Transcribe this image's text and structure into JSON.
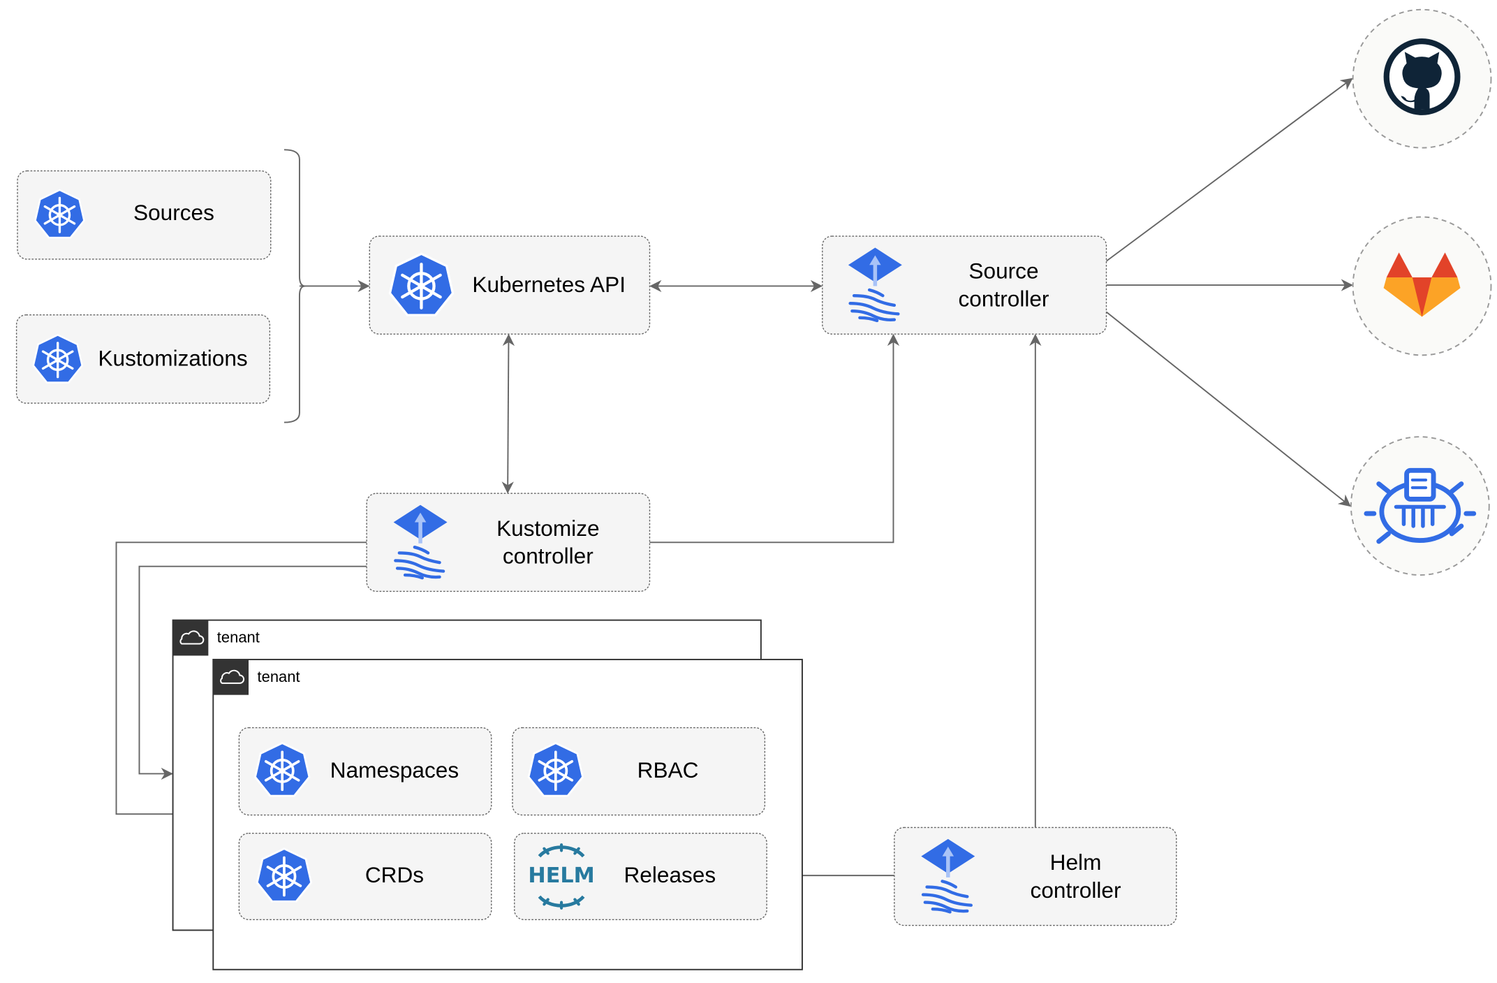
{
  "nodes": {
    "sources": "Sources",
    "kustomizations": "Kustomizations",
    "kubernetes_api": "Kubernetes API",
    "source_controller": [
      "Source",
      "controller"
    ],
    "kustomize_controller": [
      "Kustomize",
      "controller"
    ],
    "helm_controller": [
      "Helm",
      "controller"
    ],
    "namespaces": "Namespaces",
    "rbac": "RBAC",
    "crds": "CRDs",
    "releases": "Releases"
  },
  "tenants": [
    {
      "label": "tenant",
      "icon": "cloud-icon"
    },
    {
      "label": "tenant",
      "icon": "cloud-icon"
    }
  ],
  "repositories": [
    {
      "name": "github",
      "icon": "github-icon"
    },
    {
      "name": "gitlab",
      "icon": "gitlab-icon"
    },
    {
      "name": "bucket",
      "icon": "bucket-icon"
    }
  ],
  "helm_logo_text": "HELM",
  "colors": {
    "kubernetes_blue": "#326ce5",
    "helm_blue": "#277a9f",
    "github_dark": "#0f2437",
    "gitlab_orange": "#e24329",
    "gitlab_light": "#fca326",
    "node_fill": "#f5f5f5",
    "edge": "#666666"
  }
}
